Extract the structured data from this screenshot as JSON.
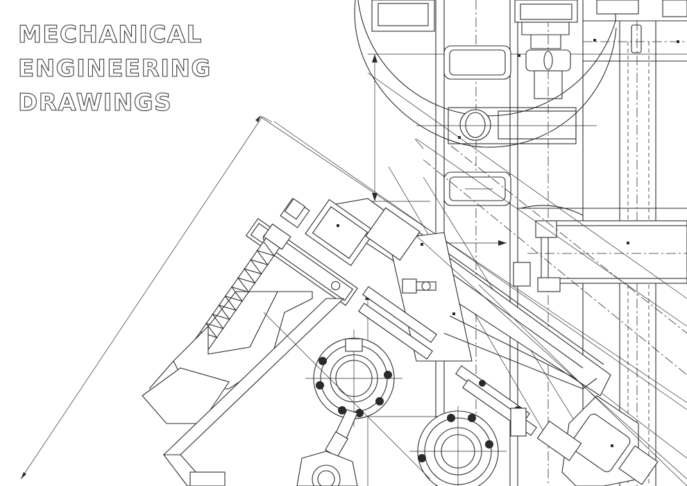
{
  "title": {
    "line1": "MECHANICAL",
    "line2": "ENGINEERING",
    "line3": "DRAWINGS"
  },
  "colors": {
    "background": "#ffffff",
    "ink": "#2a2a2a"
  }
}
